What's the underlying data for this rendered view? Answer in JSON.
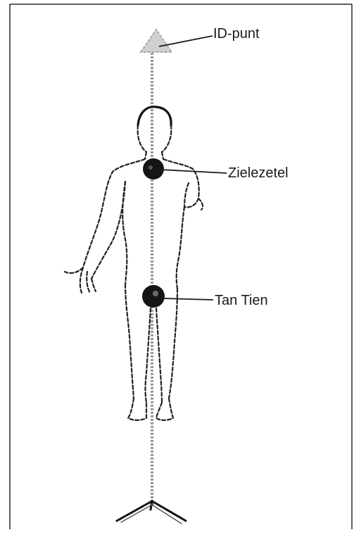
{
  "labels": {
    "id_point": "ID-punt",
    "soul_seat": "Zielezetel",
    "tan_tien": "Tan Tien"
  },
  "icons": {
    "figure": "human-body-icon",
    "id_point": "triangle-icon",
    "soul_seat": "filled-circle-icon",
    "tan_tien": "filled-circle-icon",
    "stand": "tripod-base-icon"
  },
  "colors": {
    "ink": "#1a1a1a",
    "line": "#9a9a9a",
    "triangle": "#c8c8c8",
    "point": "#151515"
  }
}
